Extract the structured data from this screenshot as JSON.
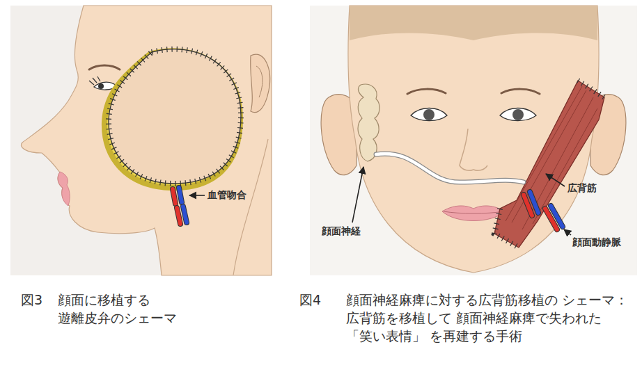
{
  "diagram": {
    "labels": [
      "血管吻合",
      "顔面神経",
      "広背筋",
      "顔面動静脈",
      "図3",
      "顔面に移植する 遊離皮弁のシェーマ",
      "図4",
      "顔面神経麻痺に対する広背筋移植の シェーマ：広背筋を移植して 顔面神経麻痺で失われた「笑い表情」 を再建する手術"
    ]
  }
}
